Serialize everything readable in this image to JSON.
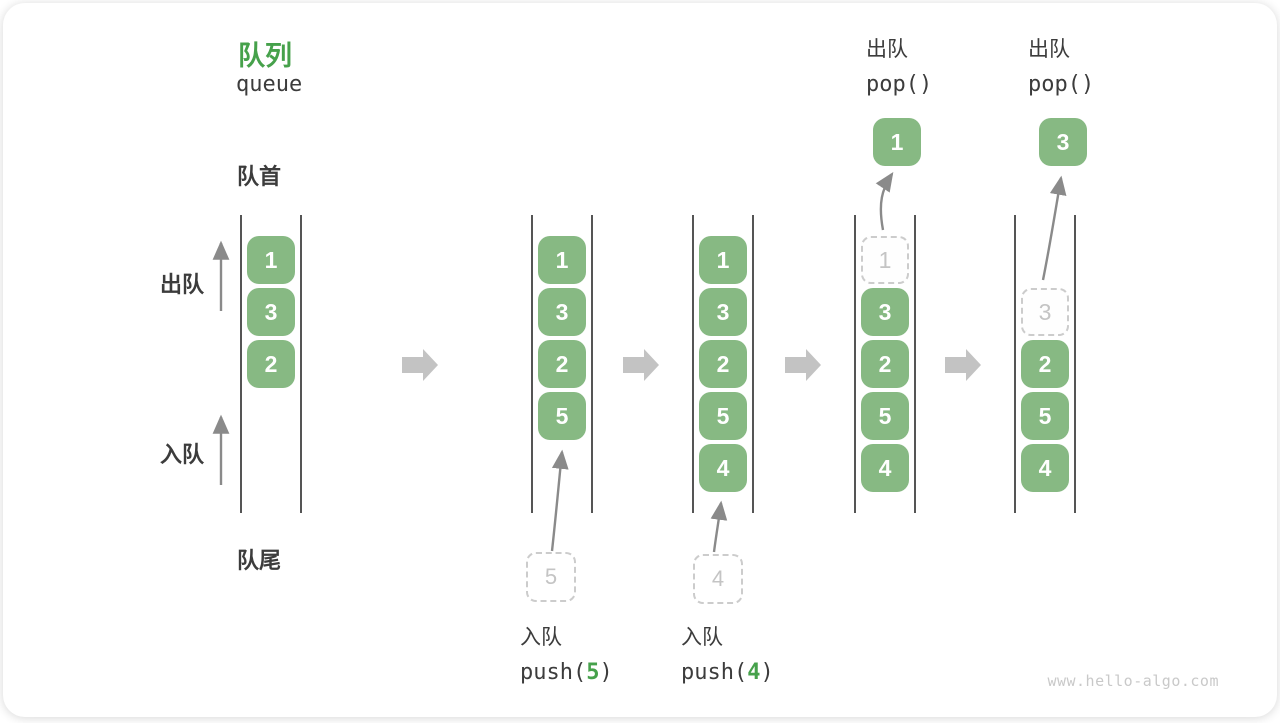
{
  "title": {
    "zh": "队列",
    "en": "queue"
  },
  "labels": {
    "front": "队首",
    "rear": "队尾",
    "dequeue": "出队",
    "enqueue": "入队"
  },
  "watermark": "www.hello-algo.com",
  "colors": {
    "box_green": "#87B983",
    "title_green": "#46A14B",
    "code_arg_green": "#46A14B",
    "text_dark": "#3C3C3C",
    "block_arrow_gray": "#C3C3C3",
    "thin_arrow_gray": "#8A8A8A",
    "wall_gray": "#555555",
    "dashed_gray": "#CCCCCC",
    "watermark_gray": "#C9C9C9"
  },
  "columns": [
    {
      "name": "state-initial",
      "cells": [
        {
          "value": "1",
          "slot": 0,
          "dashed": false
        },
        {
          "value": "3",
          "slot": 1,
          "dashed": false
        },
        {
          "value": "2",
          "slot": 2,
          "dashed": false
        }
      ]
    },
    {
      "name": "state-push-5",
      "cells": [
        {
          "value": "1",
          "slot": 0,
          "dashed": false
        },
        {
          "value": "3",
          "slot": 1,
          "dashed": false
        },
        {
          "value": "2",
          "slot": 2,
          "dashed": false
        },
        {
          "value": "5",
          "slot": 3,
          "dashed": false
        }
      ],
      "pending": {
        "value": "5"
      },
      "caption_bottom": {
        "op": "入队",
        "code_pre": "push(",
        "code_arg": "5",
        "code_post": ")"
      }
    },
    {
      "name": "state-push-4",
      "cells": [
        {
          "value": "1",
          "slot": 0,
          "dashed": false
        },
        {
          "value": "3",
          "slot": 1,
          "dashed": false
        },
        {
          "value": "2",
          "slot": 2,
          "dashed": false
        },
        {
          "value": "5",
          "slot": 3,
          "dashed": false
        },
        {
          "value": "4",
          "slot": 4,
          "dashed": false
        }
      ],
      "pending": {
        "value": "4"
      },
      "caption_bottom": {
        "op": "入队",
        "code_pre": "push(",
        "code_arg": "4",
        "code_post": ")"
      }
    },
    {
      "name": "state-pop-1",
      "cells": [
        {
          "value": "1",
          "slot": 0,
          "dashed": true
        },
        {
          "value": "3",
          "slot": 1,
          "dashed": false
        },
        {
          "value": "2",
          "slot": 2,
          "dashed": false
        },
        {
          "value": "5",
          "slot": 3,
          "dashed": false
        },
        {
          "value": "4",
          "slot": 4,
          "dashed": false
        }
      ],
      "popped": {
        "value": "1"
      },
      "caption_top": {
        "op": "出队",
        "code": "pop()"
      }
    },
    {
      "name": "state-pop-3",
      "cells": [
        {
          "value": "3",
          "slot": 1,
          "dashed": true
        },
        {
          "value": "2",
          "slot": 2,
          "dashed": false
        },
        {
          "value": "5",
          "slot": 3,
          "dashed": false
        },
        {
          "value": "4",
          "slot": 4,
          "dashed": false
        }
      ],
      "popped": {
        "value": "3"
      },
      "caption_top": {
        "op": "出队",
        "code": "pop()"
      }
    }
  ]
}
